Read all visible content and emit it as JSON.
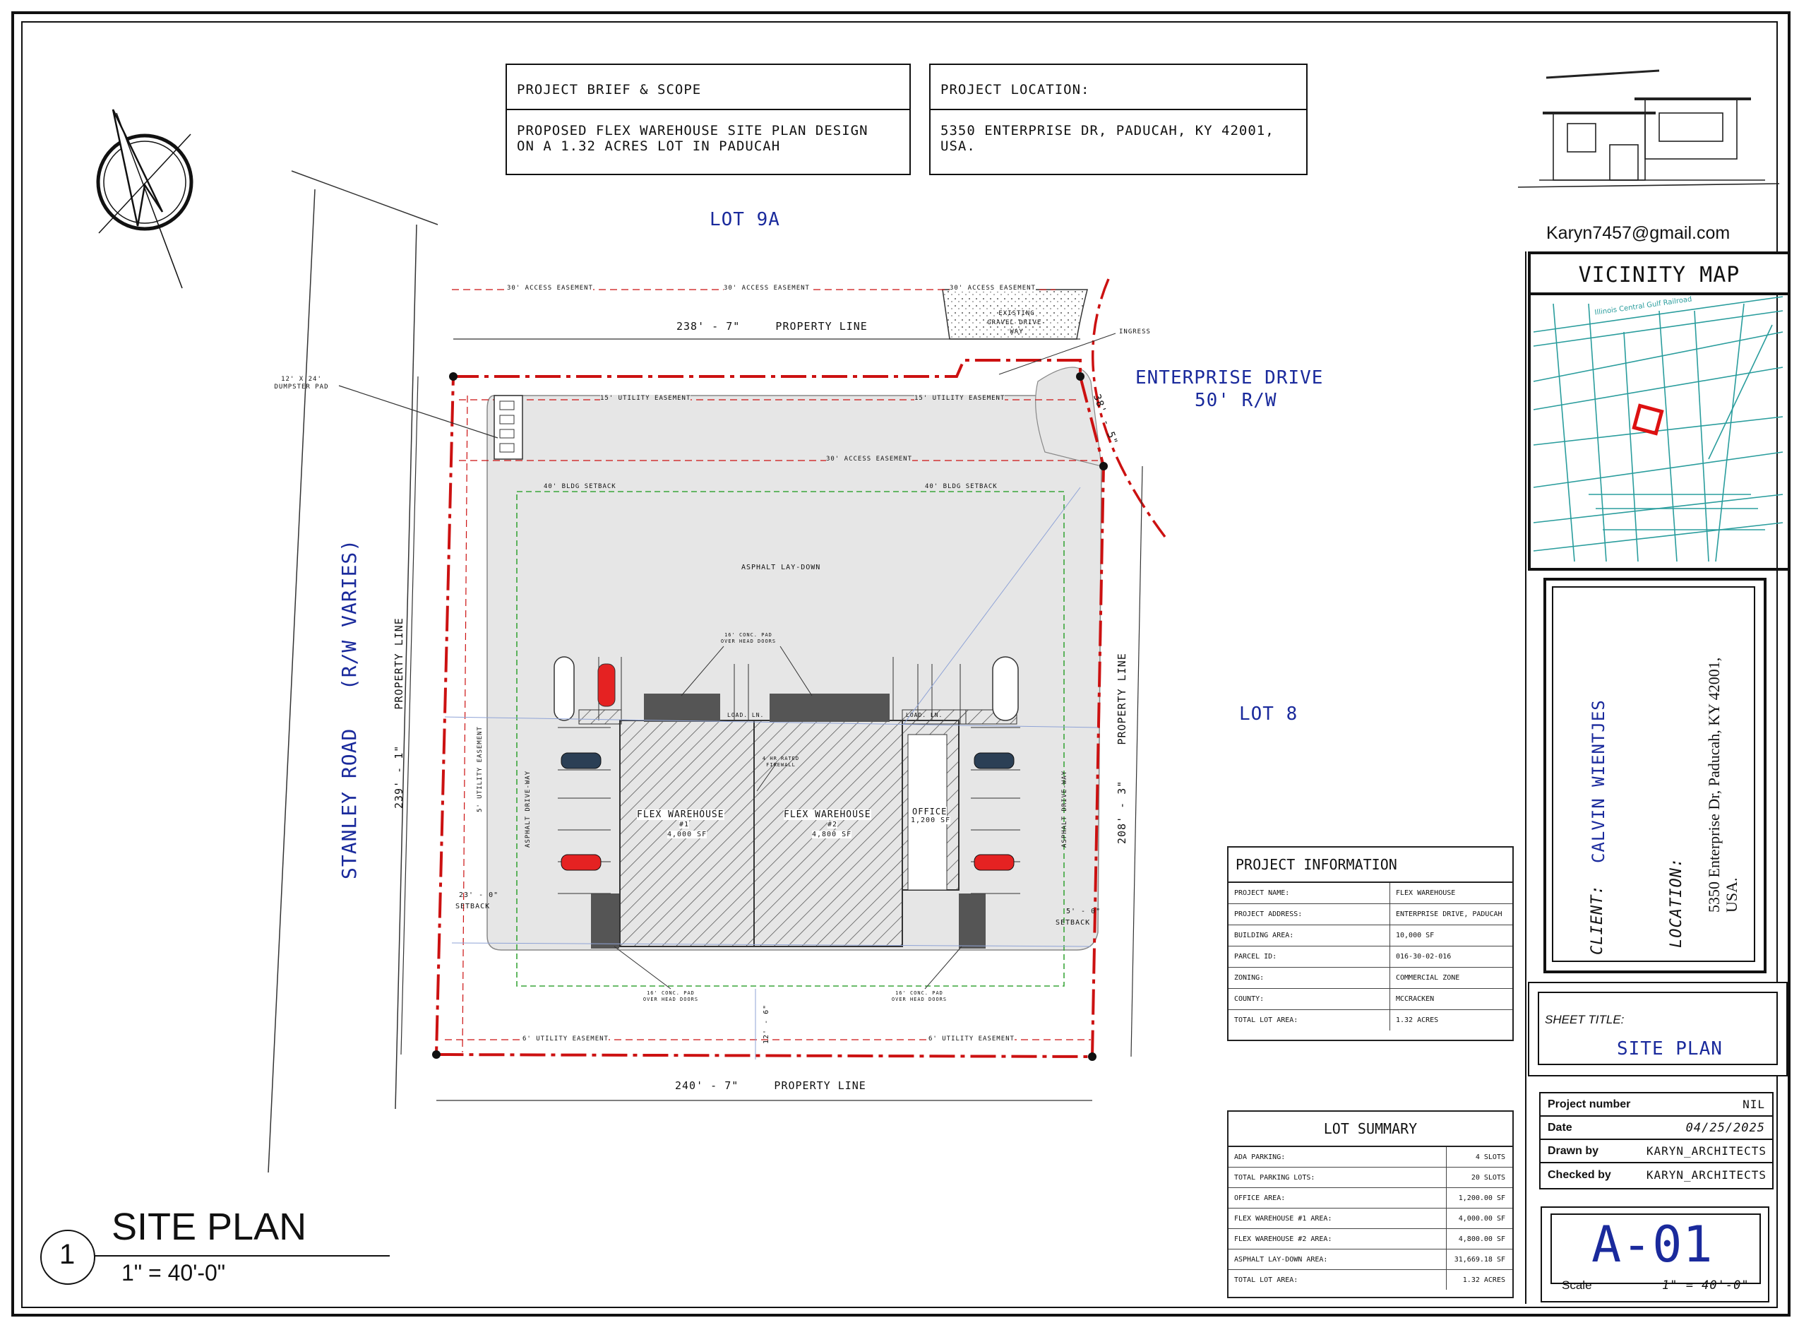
{
  "project_brief": {
    "heading": "PROJECT BRIEF & SCOPE",
    "body_line1": "PROPOSED FLEX WAREHOUSE SITE PLAN DESIGN",
    "body_line2": "ON A 1.32 ACRES LOT IN PADUCAH"
  },
  "project_location": {
    "heading": "PROJECT LOCATION:",
    "body_line1": "5350 ENTERPRISE DR, PADUCAH, KY 42001,",
    "body_line2": "USA."
  },
  "contact_email": "Karyn7457@gmail.com",
  "vicinity_map": {
    "title": "VICINITY MAP",
    "railroad_label": "Illinois Central Gulf Railroad"
  },
  "client_block": {
    "client_label": "CLIENT:",
    "client_name": "CALVIN WIENTJES",
    "location_label": "LOCATION:",
    "location_line1": "5350 Enterprise Dr, Paducah, KY 42001,",
    "location_line2": "USA."
  },
  "sheet_title": {
    "label": "SHEET TITLE:",
    "value": "SITE PLAN"
  },
  "title_block": {
    "rows": [
      {
        "label": "Project number",
        "value": "NIL"
      },
      {
        "label": "Date",
        "value": "04/25/2025"
      },
      {
        "label": "Drawn by",
        "value": "KARYN_ARCHITECTS"
      },
      {
        "label": "Checked by",
        "value": "KARYN_ARCHITECTS"
      }
    ],
    "sheet_number": "A-01",
    "scale_label": "Scale",
    "scale_value": "1\" = 40'-0\""
  },
  "project_information": {
    "title": "PROJECT INFORMATION",
    "rows": [
      {
        "label": "PROJECT NAME:",
        "value": "FLEX WAREHOUSE"
      },
      {
        "label": "PROJECT ADDRESS:",
        "value": "ENTERPRISE DRIVE, PADUCAH"
      },
      {
        "label": "BUILDING AREA:",
        "value": "10,000 SF"
      },
      {
        "label": "PARCEL ID:",
        "value": "016-30-02-016"
      },
      {
        "label": "ZONING:",
        "value": "COMMERCIAL ZONE"
      },
      {
        "label": "COUNTY:",
        "value": "MCCRACKEN"
      },
      {
        "label": "TOTAL LOT AREA:",
        "value": "1.32 ACRES"
      }
    ]
  },
  "lot_summary": {
    "title": "LOT SUMMARY",
    "rows": [
      {
        "label": "ADA PARKING:",
        "value": "4 SLOTS"
      },
      {
        "label": "TOTAL PARKING LOTS:",
        "value": "20 SLOTS"
      },
      {
        "label": "OFFICE AREA:",
        "value": "1,200.00 SF"
      },
      {
        "label": "FLEX WAREHOUSE #1 AREA:",
        "value": "4,000.00 SF"
      },
      {
        "label": "FLEX WAREHOUSE #2 AREA:",
        "value": "4,800.00 SF"
      },
      {
        "label": "ASPHALT LAY-DOWN AREA:",
        "value": "31,669.18 SF"
      },
      {
        "label": "TOTAL LOT AREA:",
        "value": "1.32 ACRES"
      }
    ]
  },
  "drawing_title": {
    "number": "1",
    "title": "SITE PLAN",
    "scale": "1\" = 40'-0\""
  },
  "plan_labels": {
    "lot_9a": "LOT 9A",
    "lot_8": "LOT 8",
    "enterprise_drive_line1": "ENTERPRISE DRIVE",
    "enterprise_drive_line2": "50' R/W",
    "stanley_road": "STANLEY ROAD   (R/W VARIES)",
    "top_property_line": "238' - 7\"     PROPERTY LINE",
    "bottom_property_line": "240' - 7\"     PROPERTY LINE",
    "left_property_line": "239' - 1\"     PROPERTY LINE",
    "right_property_line": "208' - 3\"     PROPERTY LINE",
    "frontage_dim": "38' - 5\"",
    "access_easement": "30' ACCESS EASEMENT",
    "utility_easement_top": "15' UTILITY EASEMENT",
    "utility_easement_side": "5' UTILITY EASEMENT",
    "utility_easement_bottom": "6' UTILITY EASEMENT",
    "bldg_setback": "40' BLDG SETBACK",
    "setback": "SETBACK",
    "setback_left_dim": "23' - 0\"",
    "setback_right_dim": "5' - 0\"",
    "setback_rear_dim": "12' - 6\"",
    "existing_gravel": "EXISTING GRAVEL DRIVE-WAY",
    "ingress": "INGRESS",
    "dumpster": "12' X 24' DUMPSTER PAD",
    "asphalt_laydown": "ASPHALT LAY-DOWN",
    "asphalt_driveway": "ASPHALT DRIVE-WAY",
    "overhead_doors": "16' CONC. PAD OVER HEAD DOORS",
    "fire_wall": "4 HR RATED FIREWALL",
    "wh1": "FLEX WAREHOUSE",
    "wh1_num": "#1",
    "wh1_area": "4,000 SF",
    "wh2": "FLEX WAREHOUSE",
    "wh2_num": "#2",
    "wh2_area": "4,800 SF",
    "office": "OFFICE",
    "office_area": "1,200 SF",
    "loading": "LOAD. LN."
  },
  "colors": {
    "label_blue": "#1a2a9c",
    "property_red": "#cc1111",
    "setback_green": "#3aa63a",
    "map_teal": "#2a9d9d",
    "paving_grey": "#e6e6e6"
  }
}
